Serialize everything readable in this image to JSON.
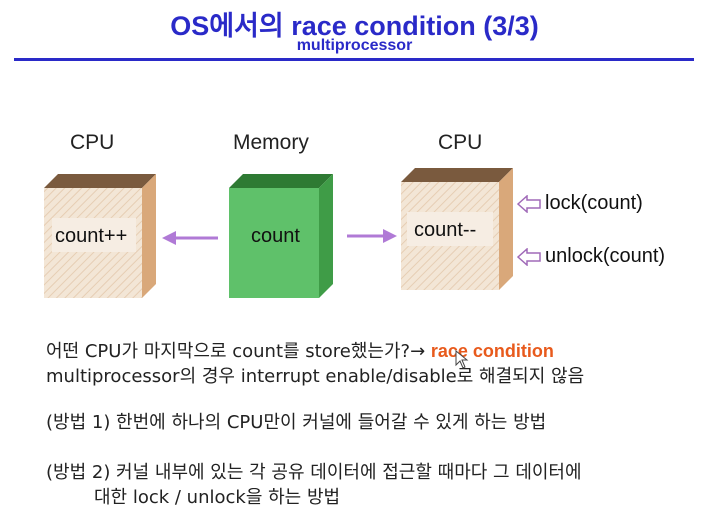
{
  "slide": {
    "title": "OS에서의  race condition (3/3)",
    "subtitle": "multiprocessor"
  },
  "diagram": {
    "left_cpu": {
      "label": "CPU",
      "text": "count++"
    },
    "memory": {
      "label": "Memory",
      "text": "count"
    },
    "right_cpu": {
      "label": "CPU",
      "text": "count--"
    },
    "lock_label": "lock(count)",
    "unlock_label": "unlock(count)",
    "colors": {
      "box_front": "#f3e6d6",
      "box_top": "#7a5a3e",
      "box_side": "#d9a87a",
      "memory_front": "#5fc16a",
      "memory_top": "#2e7a33",
      "memory_side": "#3f9c47",
      "arrow": "#b07ad6"
    }
  },
  "body": {
    "line1_text": "어떤 CPU가 마지막으로 count를 store했는가?→ ",
    "line1_highlight": "race condition",
    "line2": "multiprocessor의 경우 interrupt enable/disable로 해결되지 않음",
    "method1": "(방법 1) 한번에 하나의 CPU만이 커널에 들어갈 수 있게 하는 방법",
    "method2_line1": "(방법 2) 커널 내부에 있는 각 공유 데이터에 접근할 때마다 그 데이터에",
    "method2_line2": "대한 lock / unlock을 하는 방법"
  }
}
